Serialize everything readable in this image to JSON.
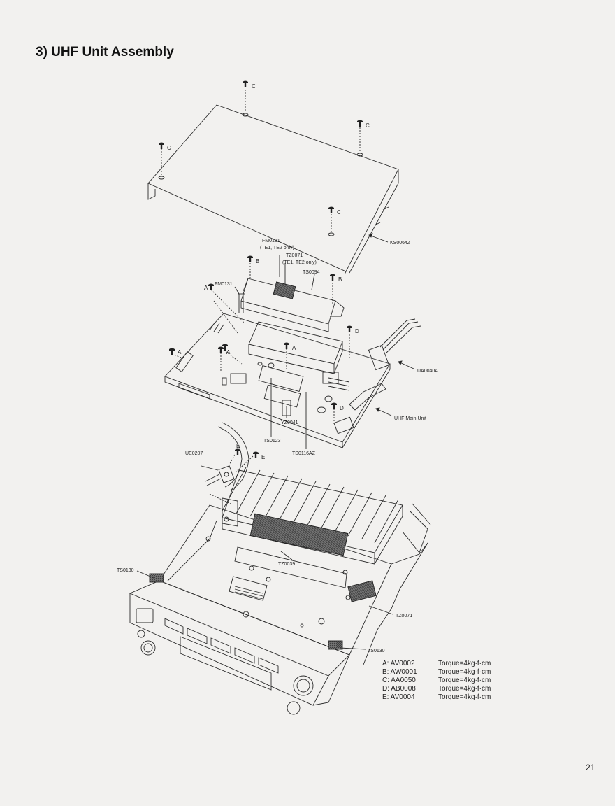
{
  "title": "3) UHF Unit Assembly",
  "page_number": "21",
  "screw_labels": {
    "a": "A",
    "b": "B",
    "c": "C",
    "d": "D",
    "e": "E"
  },
  "parts": {
    "cover": "KS0064Z",
    "fm0131_top": "FM0131",
    "fm0131_top_note": "(TE1, TE2 only)",
    "tz0071_top": "TZ0071",
    "tz0071_top_note": "(TE1, TE2 only)",
    "shield": "TS0094",
    "fm0131_side": "FM0131",
    "cable": "UA0040A",
    "main_unit": "UHF Main Unit",
    "yz0041": "YZ0041",
    "ts0123": "TS0123",
    "ts0116az": "TS0116AZ",
    "ue0207": "UE0207",
    "tz0039": "TZ0039",
    "ts0130_left": "TS0130",
    "tz0071_right": "TZ0071",
    "ts0130_right": "TS0130"
  },
  "legend": [
    {
      "key": "A:  AV0002",
      "torque": "Torque=4kg·f·cm"
    },
    {
      "key": "B:  AW0001",
      "torque": "Torque=4kg·f·cm"
    },
    {
      "key": "C:  AA0050",
      "torque": "Torque=4kg·f·cm"
    },
    {
      "key": "D:  AB0008",
      "torque": "Torque=4kg·f·cm"
    },
    {
      "key": "E:  AV0004",
      "torque": "Torque=4kg·f·cm"
    }
  ]
}
